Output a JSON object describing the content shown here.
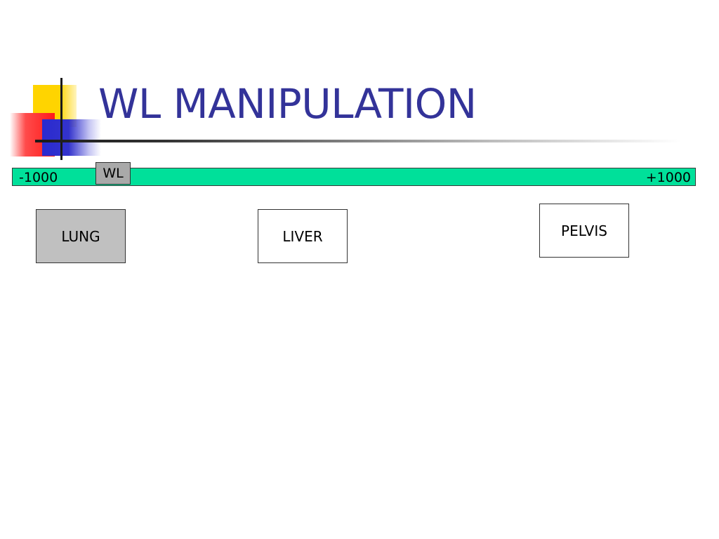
{
  "slide": {
    "title": "WL MANIPULATION"
  },
  "scale": {
    "min_label": "-1000",
    "max_label": "+1000",
    "bar_color": "#00e09a"
  },
  "marker": {
    "label": "WL",
    "color": "#a9a9a9"
  },
  "tissues": [
    {
      "label": "LUNG",
      "highlighted": true,
      "color": "#c0c0c0"
    },
    {
      "label": "LIVER",
      "highlighted": false,
      "color": "#ffffff"
    },
    {
      "label": "PELVIS",
      "highlighted": false,
      "color": "#ffffff"
    }
  ],
  "theme": {
    "title_color": "#333399",
    "accent_yellow": "#ffd400",
    "accent_red": "#ff1a1a",
    "accent_blue": "#3333cc"
  }
}
